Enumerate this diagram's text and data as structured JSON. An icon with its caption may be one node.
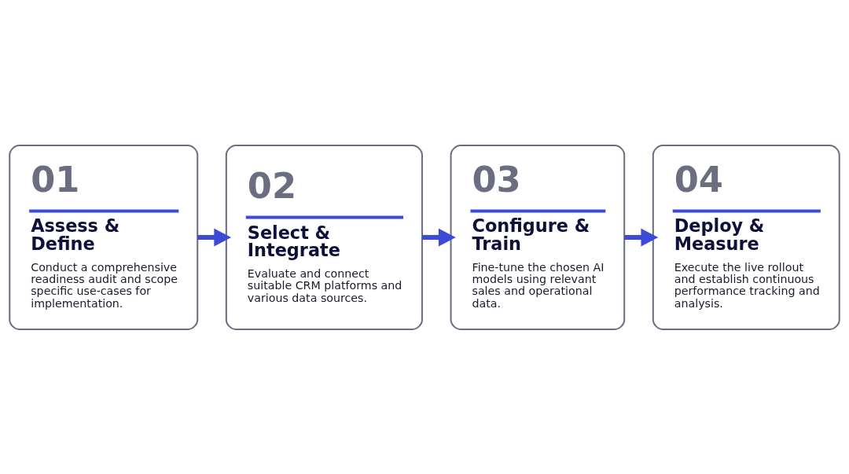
{
  "diagram": {
    "nodes": [
      {
        "text": [
          "01",
          "Assess & Define",
          "Conduct a comprehensive readiness audit and scope specific use-cases for implementation."
        ]
      },
      {
        "text": [
          "02",
          "Select & Integrate",
          "Evaluate and connect suitable CRM platforms and various data sources."
        ]
      },
      {
        "text": [
          "03",
          "Configure & Train",
          "Fine-tune the chosen AI models using relevant sales and operational data."
        ]
      },
      {
        "text": [
          "04",
          "Deploy & Measure",
          "Execute the live rollout and establish continuous performance tracking and analysis."
        ]
      }
    ],
    "edges": [
      {
        "from": 0,
        "to": 1,
        "arrow": "to"
      },
      {
        "from": 1,
        "to": 2,
        "arrow": "to"
      },
      {
        "from": 2,
        "to": 3,
        "arrow": "to"
      }
    ]
  }
}
